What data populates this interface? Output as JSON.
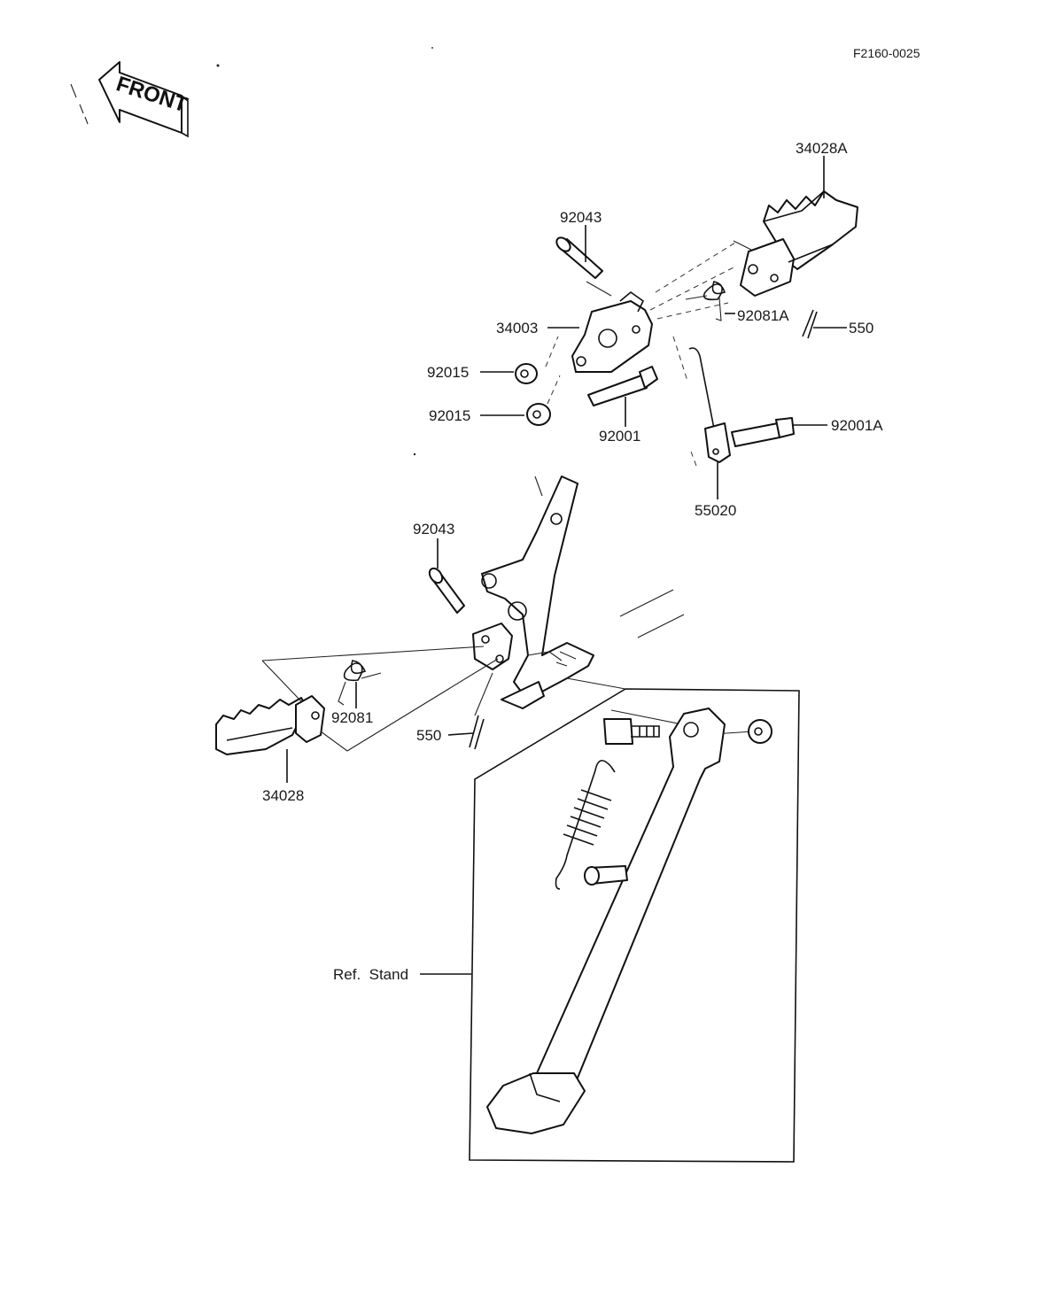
{
  "drawing_code": "F2160-0025",
  "front_label": "FRONT",
  "parts": {
    "footpeg_right": "34028A",
    "clevis_pin_top": "92043",
    "footpeg_bracket": "34003",
    "spring_right": "92081A",
    "cotter_pin_right": "550",
    "nut_1": "92015",
    "nut_2": "92015",
    "bolt_bracket": "92001",
    "bolt_side": "92001A",
    "stopper_rod": "55020",
    "clevis_pin_frame": "92043",
    "spring_left": "92081",
    "cotter_pin_left": "550",
    "footpeg_left": "34028"
  },
  "ref_stand_label": "Ref.  Stand"
}
